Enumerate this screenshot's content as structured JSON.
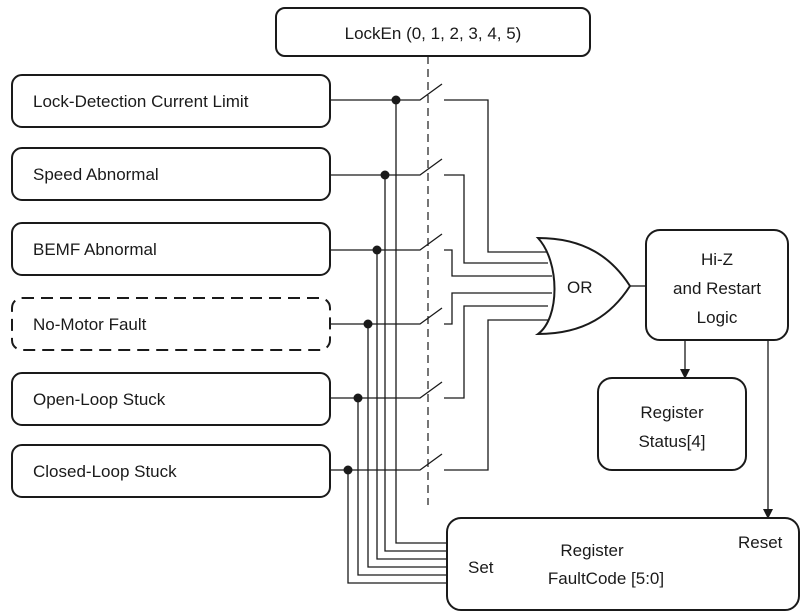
{
  "lock_enable": {
    "label": "LockEn (0, 1, 2, 3, 4, 5)"
  },
  "faults": [
    {
      "label": "Lock-Detection Current Limit",
      "style": "solid"
    },
    {
      "label": "Speed Abnormal",
      "style": "solid"
    },
    {
      "label": "BEMF Abnormal",
      "style": "solid"
    },
    {
      "label": "No-Motor Fault",
      "style": "dashed"
    },
    {
      "label": "Open-Loop Stuck",
      "style": "solid"
    },
    {
      "label": "Closed-Loop Stuck",
      "style": "solid"
    }
  ],
  "or_gate": {
    "label": "OR"
  },
  "hiz_logic": {
    "line1": "Hi-Z",
    "line2": "and Restart",
    "line3": "Logic"
  },
  "status_register": {
    "line1": "Register",
    "line2": "Status[4]"
  },
  "faultcode_register": {
    "line1": "Register",
    "line2": "FaultCode [5:0]",
    "set_label": "Set",
    "reset_label": "Reset"
  }
}
